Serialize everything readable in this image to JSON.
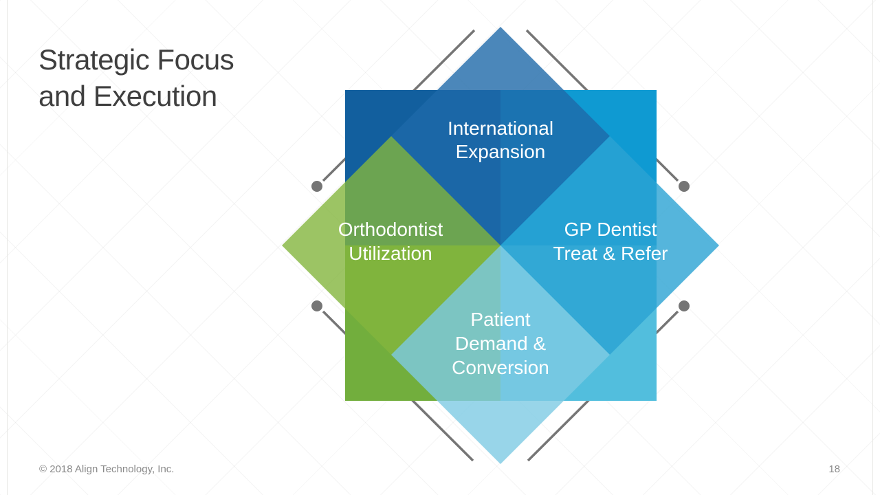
{
  "slide": {
    "title_line1": "Strategic Focus",
    "title_line2": "and Execution",
    "copyright": "© 2018 Align Technology, Inc.",
    "page_number": "18"
  },
  "diagram": {
    "text_color": "#ffffff",
    "connector_color": "#757575",
    "quadrants": {
      "top_left_color": "#125f9e",
      "top_right_color": "#0f9ad2",
      "bottom_left_color": "#72ae3d",
      "bottom_right_color": "#52bedd"
    },
    "nodes": [
      {
        "id": "international-expansion",
        "line1": "International",
        "line2": "Expansion",
        "color": "#1e69a9"
      },
      {
        "id": "orthodontist-utilization",
        "line1": "Orthodontist",
        "line2": "Utilization",
        "color": "#83b53d"
      },
      {
        "id": "gp-dentist-treat-refer",
        "line1": "GP Dentist",
        "line2": "Treat & Refer",
        "color": "#2ba3d3"
      },
      {
        "id": "patient-demand-conversion",
        "line1": "Patient",
        "line2": "Demand &",
        "line3": "Conversion",
        "color": "#7ecbe4"
      }
    ]
  }
}
